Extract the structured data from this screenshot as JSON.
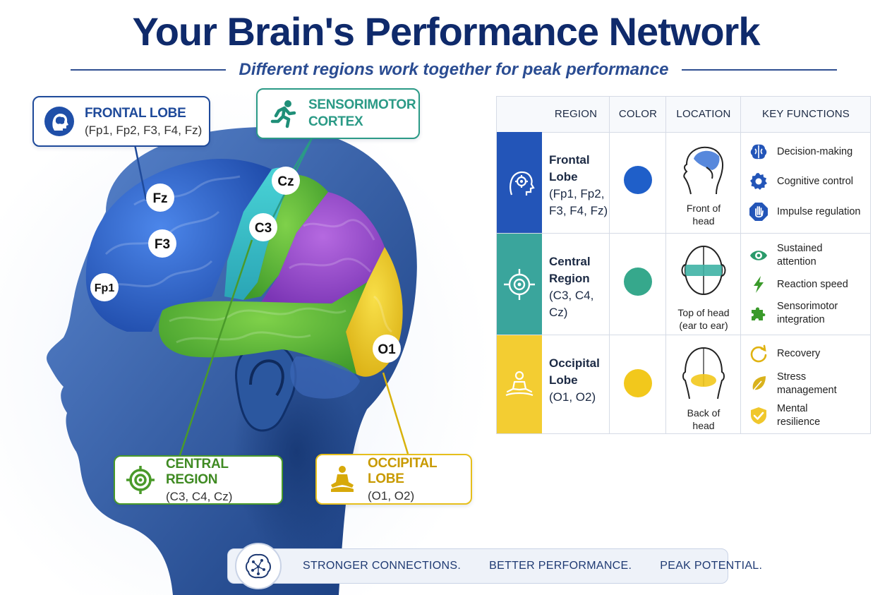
{
  "title": "Your Brain's Performance Network",
  "subtitle": "Different regions work together for peak performance",
  "colors": {
    "frontal": "#2d5fc4",
    "central": "#3aa58f",
    "occipital": "#f0c72c",
    "central_callout": "#4a9a2a",
    "sensorimotor": "#2b9a86",
    "navy": "#0f2a6b"
  },
  "callouts": {
    "frontal": {
      "name": "FRONTAL LOBE",
      "sub": "(Fp1, Fp2, F3, F4, Fz)",
      "icon": "head-brain-icon"
    },
    "sensorimotor": {
      "name": "SENSORIMOTOR",
      "name2": "CORTEX",
      "icon": "running-person-icon"
    },
    "central": {
      "name": "CENTRAL REGION",
      "sub": "(C3, C4, Cz)",
      "icon": "target-icon"
    },
    "occipital": {
      "name": "OCCIPITAL LOBE",
      "sub": "(O1, O2)",
      "icon": "meditation-icon"
    }
  },
  "electrodes": {
    "fz": "Fz",
    "f3": "F3",
    "fp1": "Fp1",
    "cz": "Cz",
    "c3": "C3",
    "o1": "O1"
  },
  "table": {
    "headers": {
      "region": "REGION",
      "color": "COLOR",
      "location": "LOCATION",
      "functions": "KEY FUNCTIONS"
    },
    "rows": [
      {
        "name1": "Frontal Lobe",
        "name2": "(Fp1, Fp2,",
        "name3": "F3, F4, Fz)",
        "color": "#1f5fc9",
        "loc1": "Front of",
        "loc2": "head",
        "f1": "Decision-making",
        "f2": "Cognitive control",
        "f3": "Impulse regulation",
        "icons": [
          "brain-icon",
          "gear-icon",
          "stop-hand-icon"
        ]
      },
      {
        "name1": "Central",
        "name2": "Region",
        "name3": "(C3, C4, Cz)",
        "color": "#36a88c",
        "loc1": "Top of head",
        "loc2": "(ear to ear)",
        "f1a": "Sustained",
        "f1b": "attention",
        "f2": "Reaction speed",
        "f3a": "Sensorimotor",
        "f3b": "integration",
        "icons": [
          "eye-icon",
          "lightning-icon",
          "puzzle-icon"
        ]
      },
      {
        "name1": "Occipital",
        "name2": "Lobe",
        "name3": "(O1, O2)",
        "color": "#f2c81c",
        "loc1": "Back of",
        "loc2": "head",
        "f1": "Recovery",
        "f2a": "Stress",
        "f2b": "management",
        "f3a": "Mental",
        "f3b": "resilience",
        "icons": [
          "refresh-icon",
          "leaf-icon",
          "shield-check-icon"
        ]
      }
    ]
  },
  "banner": {
    "t1": "STRONGER CONNECTIONS.",
    "t2": "BETTER PERFORMANCE.",
    "t3": "PEAK POTENTIAL.",
    "icon": "brain-network-icon"
  }
}
